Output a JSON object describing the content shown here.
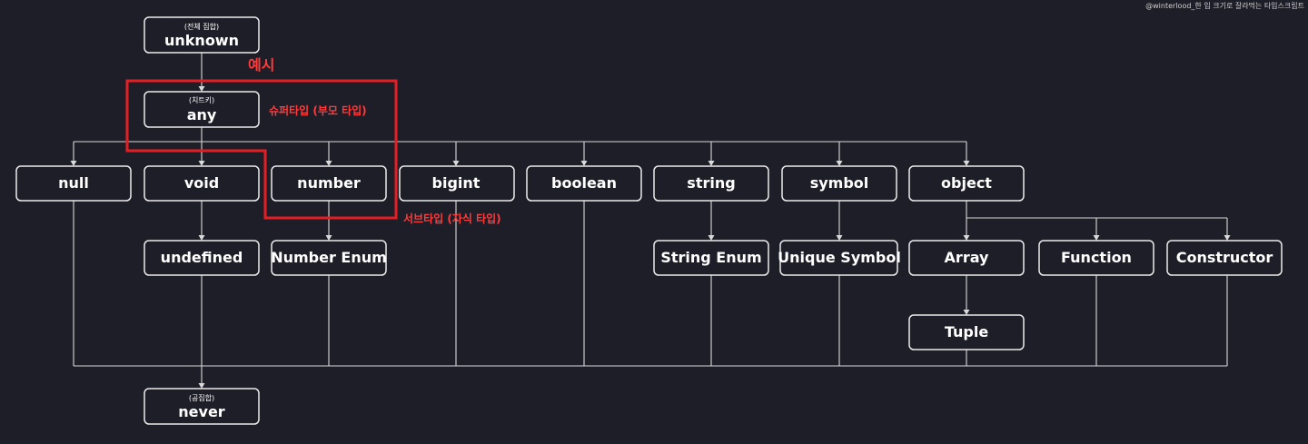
{
  "credit": "@winterlood_한 입 크기로 잘라먹는 타입스크립트",
  "nodes": {
    "unknown": {
      "label": "unknown",
      "sub": "(전체 집합)"
    },
    "any": {
      "label": "any",
      "sub": "(치트키)"
    },
    "null": {
      "label": "null"
    },
    "void": {
      "label": "void"
    },
    "number": {
      "label": "number"
    },
    "bigint": {
      "label": "bigint"
    },
    "boolean": {
      "label": "boolean"
    },
    "string": {
      "label": "string"
    },
    "symbol": {
      "label": "symbol"
    },
    "object": {
      "label": "object"
    },
    "undefined": {
      "label": "undefined"
    },
    "number_enum": {
      "label": "Number Enum"
    },
    "string_enum": {
      "label": "String Enum"
    },
    "unique_symbol": {
      "label": "Unique Symbol"
    },
    "array": {
      "label": "Array"
    },
    "function": {
      "label": "Function"
    },
    "constructor": {
      "label": "Constructor"
    },
    "tuple": {
      "label": "Tuple"
    },
    "never": {
      "label": "never",
      "sub": "(공집합)"
    }
  },
  "annotations": {
    "example": "예시",
    "supertype": "슈퍼타입 (부모 타입)",
    "subtype": "서브타입 (자식 타입)"
  },
  "colors": {
    "background": "#1e1e28",
    "box_stroke": "#ececec",
    "connector": "#d9d9d9",
    "highlight": "#e41e25",
    "annotation": "#ff3b3b"
  }
}
